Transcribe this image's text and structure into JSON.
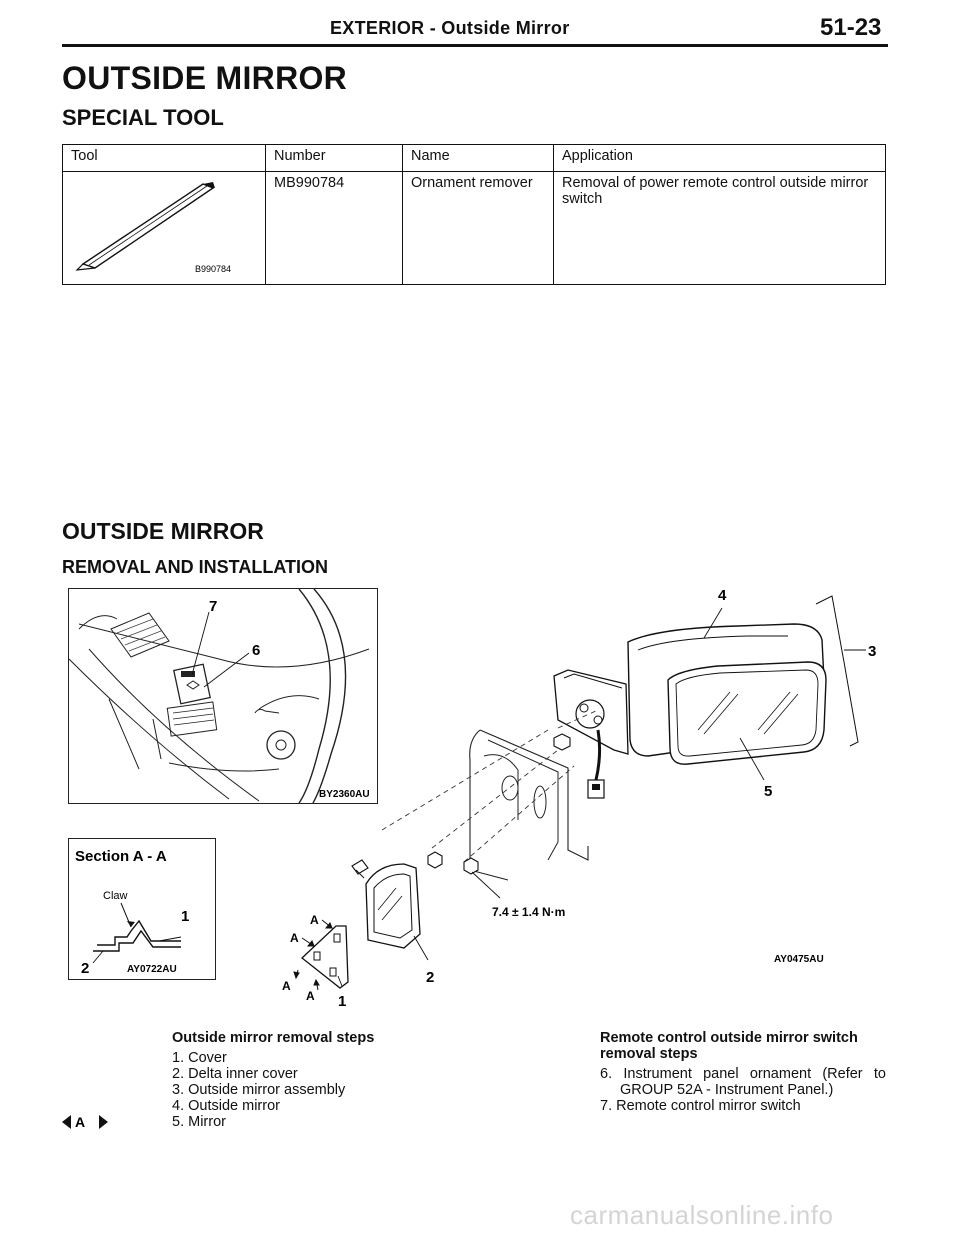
{
  "header": {
    "title": "EXTERIOR  -  Outside Mirror",
    "page": "51-23"
  },
  "section1": {
    "title": "OUTSIDE MIRROR",
    "subtitle": "SPECIAL TOOL"
  },
  "tool_table": {
    "headers": [
      "Tool",
      "Number",
      "Name",
      "Application"
    ],
    "row": {
      "tool_image_label": "B990784",
      "number": "MB990784",
      "name": "Ornament remover",
      "application": "Removal of power remote control outside mirror switch"
    }
  },
  "section2": {
    "title": "OUTSIDE MIRROR",
    "subtitle": "REMOVAL AND INSTALLATION"
  },
  "diagram": {
    "inset1_code": "BY2360AU",
    "inset2_title": "Section A - A",
    "inset2_claw": "Claw",
    "inset2_code": "AY0722AU",
    "main_code": "AY0475AU",
    "torque": "7.4 ± 1.4 N·m",
    "numbers": [
      "1",
      "2",
      "3",
      "4",
      "5",
      "6",
      "7"
    ],
    "letter_a": "A"
  },
  "removal_steps": {
    "title": "Outside mirror removal steps",
    "items": [
      "1. Cover",
      "2. Delta inner cover",
      "3. Outside mirror assembly",
      "4. Outside mirror",
      "5. Mirror"
    ],
    "marker": "A"
  },
  "switch_steps": {
    "title": "Remote control outside mirror switch removal steps",
    "items": [
      "6. Instrument panel ornament (Refer to GROUP 52A - Instrument Panel.)",
      "7. Remote control mirror switch"
    ]
  },
  "watermark": "carmanualsonline.info"
}
